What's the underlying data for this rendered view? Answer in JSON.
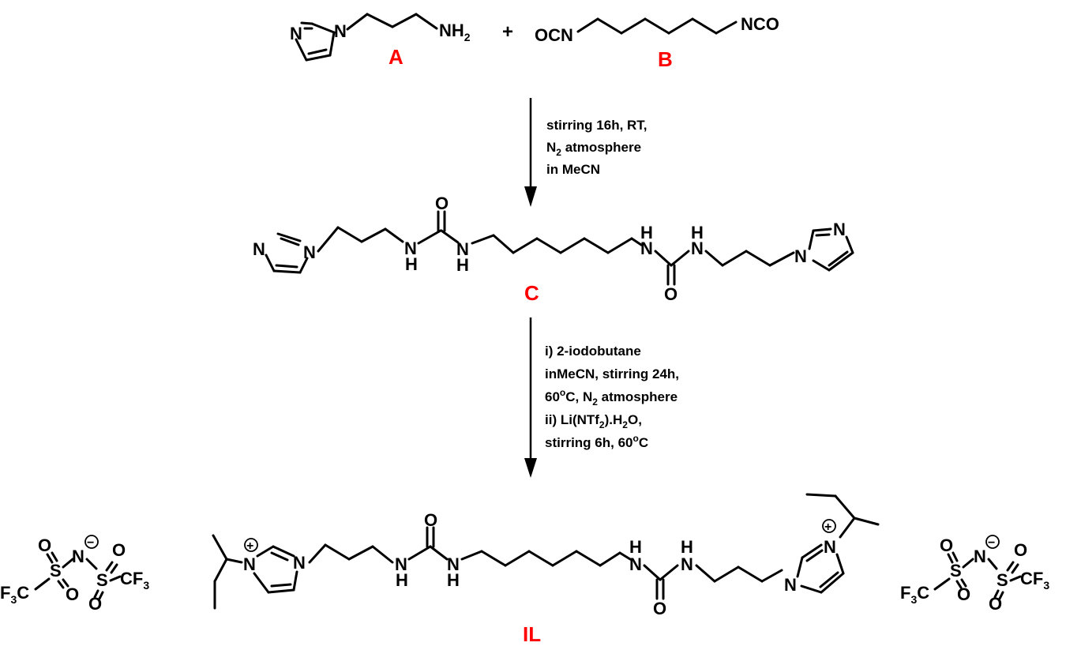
{
  "compounds": {
    "A": "A",
    "B": "B",
    "C": "C",
    "IL": "IL"
  },
  "reaction": {
    "plus": "+",
    "step1": {
      "line1": "stirring 16h, RT,",
      "line2_main": "N",
      "line2_sub": "2",
      "line2_rest": " atmosphere",
      "line3": "in MeCN"
    },
    "step2": {
      "line1": "i) 2-iodobutane",
      "line2": "inMeCN, stirring 24h,",
      "line3_a": "60",
      "line3_sup": "o",
      "line3_b": "C, N",
      "line3_sub": "2",
      "line3_c": " atmosphere",
      "line4_a": "ii) Li(NTf",
      "line4_sub1": "2",
      "line4_b": ").H",
      "line4_sub2": "2",
      "line4_c": "O,",
      "line5_a": "stirring 6h, 60",
      "line5_sup": "o",
      "line5_b": "C"
    }
  },
  "atoms": {
    "N": "N",
    "H": "H",
    "O": "O",
    "S": "S",
    "NH2_main": "NH",
    "NH2_sub": "2",
    "OCN": "OCN",
    "NCO": "NCO",
    "F3C_main": "F",
    "F3C_sub": "3",
    "F3C_rest": "C",
    "CF3_main": "CF",
    "CF3_sub": "3",
    "plus_charge": "+",
    "minus_charge": "−"
  }
}
